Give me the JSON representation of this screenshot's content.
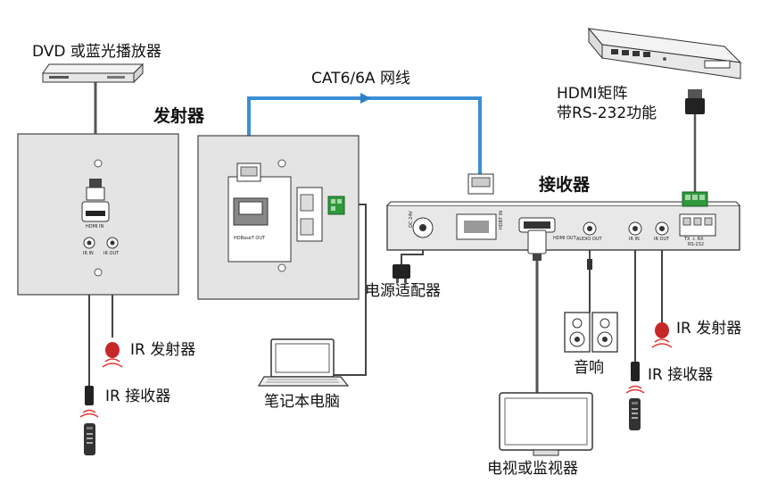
{
  "labels": {
    "dvd": "DVD 或蓝光播放器",
    "transmitter": "发射器",
    "cable": "CAT6/6A 网线",
    "hdmi_matrix_line1": "HDMI矩阵",
    "hdmi_matrix_line2": "带RS-232功能",
    "receiver": "接收器",
    "power_adapter": "电源适配器",
    "laptop": "笔记本电脑",
    "ir_emitter_left": "IR 发射器",
    "ir_receiver_left": "IR 接收器",
    "ir_emitter_right": "IR 发射器",
    "ir_receiver_right": "IR 接收器",
    "speakers": "音响",
    "tv": "电视或监视器"
  },
  "panel_text": {
    "hdmi_in": "HDMI IN",
    "ir_in": "IR IN",
    "ir_out": "IR OUT",
    "hdbaset_out": "HDBaseT OUT",
    "dc_24v": "DC 24V",
    "hdbt_in": "HDBT IN",
    "hdmi_out": "HDMI OUT",
    "audio_out": "AUDIO OUT",
    "rx_ir_in": "IR IN",
    "rx_ir_out": "IR OUT",
    "rs232_pins": "TX ⏚ RX",
    "rs232": "RS-232"
  },
  "colors": {
    "cat_cable": "#3a8fd6",
    "connector_green": "#2e9a3c",
    "ir_emitter_red": "#c62828",
    "signal_red": "#e53935",
    "device_outline": "#333333"
  }
}
